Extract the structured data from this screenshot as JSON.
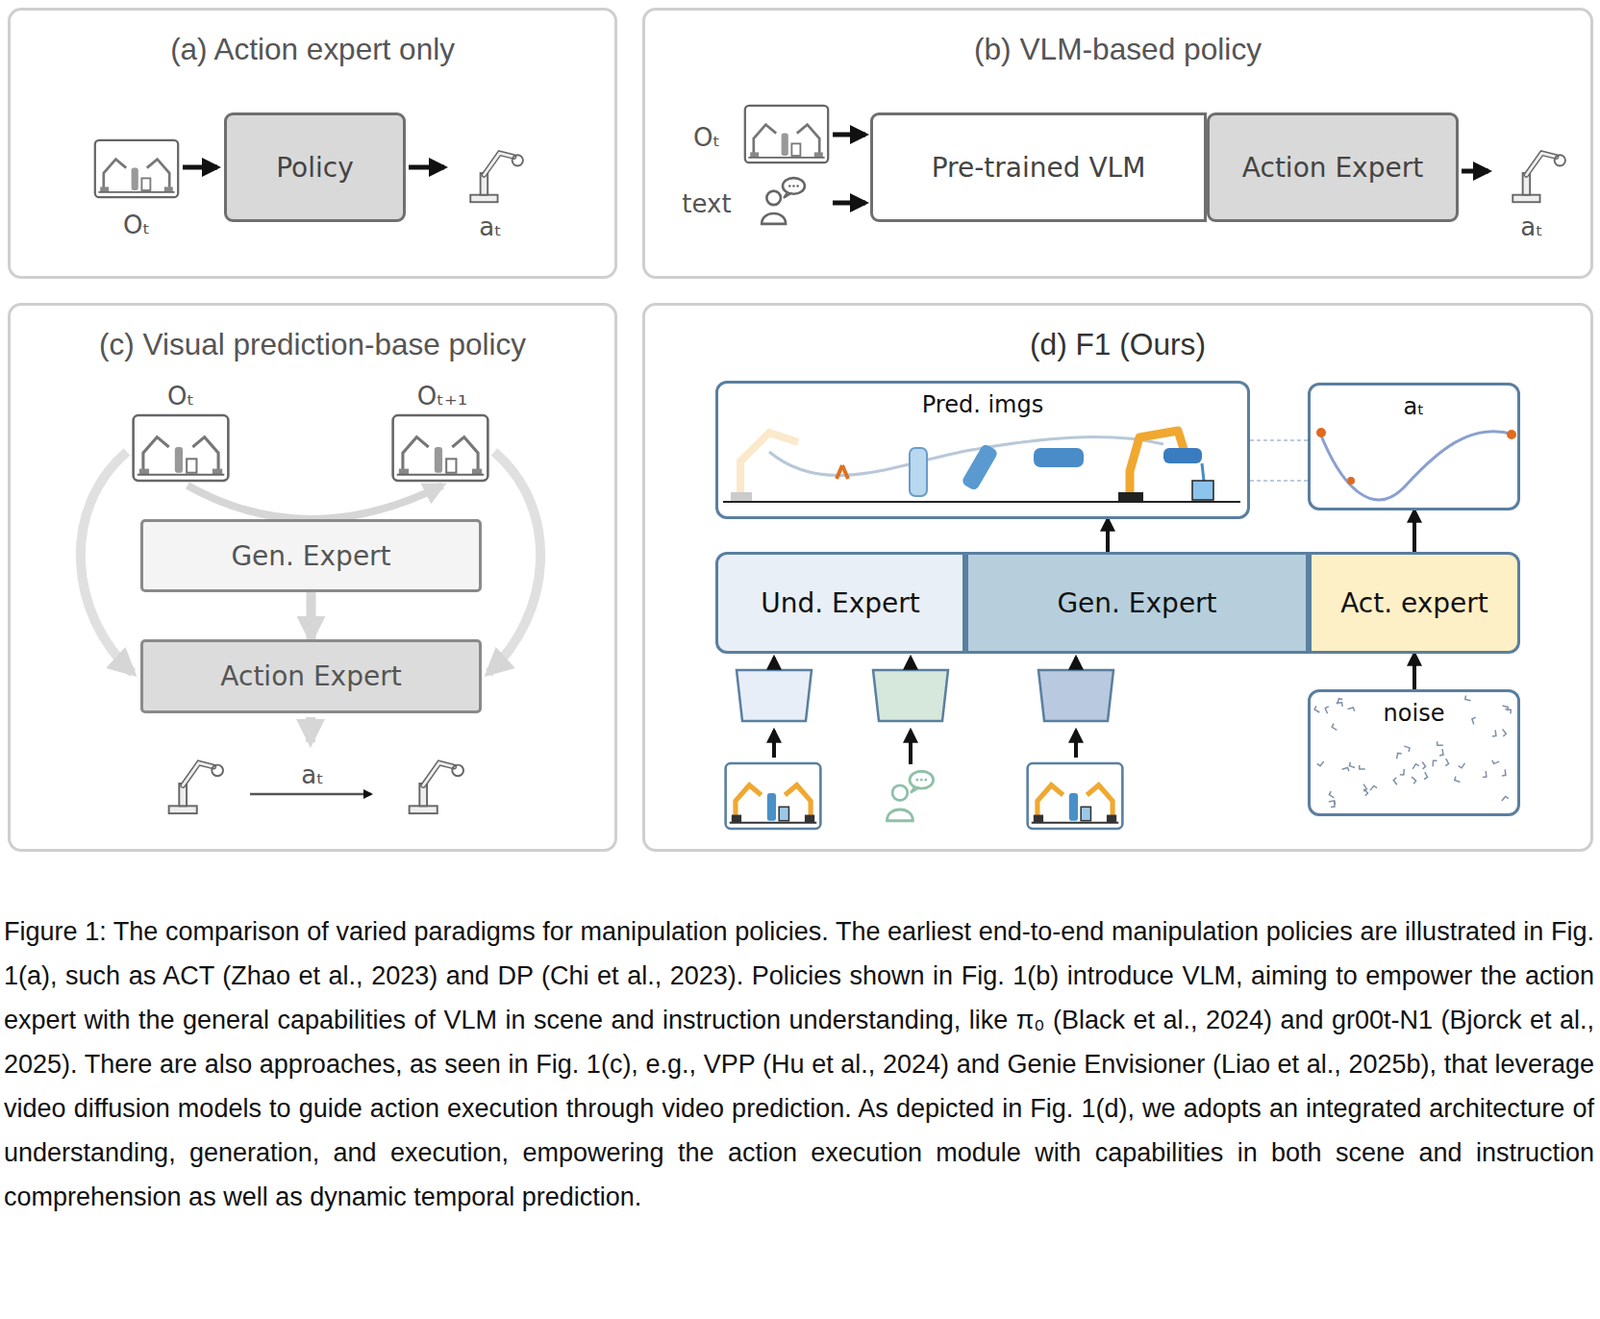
{
  "diagram": {
    "caption": "Figure 1: The comparison of varied paradigms for manipulation policies. The earliest end-to-end manipulation policies are illustrated in Fig. 1(a), such as ACT (Zhao et al., 2023) and DP (Chi et al., 2023). Policies shown in Fig. 1(b) introduce VLM, aiming to empower the action expert with the general capabilities of VLM in scene and instruction understanding, like π₀ (Black et al., 2024) and gr00t-N1 (Bjorck et al., 2025). There are also approaches, as seen in Fig. 1(c), e.g., VPP (Hu et al., 2024) and Genie Envisioner (Liao et al., 2025b), that leverage video diffusion models to guide action execution through video prediction. As depicted in Fig. 1(d), we adopts an integrated architecture of understanding, generation, and execution, empowering the action execution module with capabilities in both scene and instruction comprehension as well as dynamic temporal prediction.",
    "nodes": [
      {
        "text": [
          "(a) Action expert only"
        ]
      },
      {
        "text": [
          "Policy"
        ],
        "in": 0
      },
      {
        "text": [
          "(b) VLM-based policy"
        ]
      },
      {
        "text": [
          "Pre-trained VLM"
        ],
        "in": 2
      },
      {
        "text": [
          "Action Expert"
        ],
        "in": 2
      },
      {
        "text": [
          "(c) Visual prediction-base policy"
        ]
      },
      {
        "text": [
          "Gen. Expert"
        ],
        "in": 5
      },
      {
        "text": [
          "Action Expert"
        ],
        "in": 5
      },
      {
        "text": [
          "(d) F1 (Ours)"
        ]
      },
      {
        "text": [
          "Pred. imgs"
        ],
        "in": 8
      },
      {
        "text": [
          "aₜ"
        ],
        "in": 8
      },
      {
        "text": [
          "Und. Expert"
        ],
        "in": 8
      },
      {
        "text": [
          "Gen. Expert"
        ],
        "in": 8
      },
      {
        "text": [
          "Act. expert"
        ],
        "in": 8
      },
      {
        "text": [
          "noise"
        ],
        "in": 8
      }
    ],
    "edges": [
      {
        "from": 6,
        "to": 7,
        "arrow": "to"
      },
      {
        "from": 12,
        "to": 9,
        "arrow": "to"
      },
      {
        "from": 13,
        "to": 10,
        "arrow": "to"
      },
      {
        "from": 14,
        "to": 13,
        "arrow": "to"
      }
    ],
    "labels": [
      "Oₜ",
      "aₜ",
      "Oₜ",
      "text",
      "aₜ",
      "Oₜ",
      "Oₜ₊₁",
      "aₜ"
    ]
  }
}
